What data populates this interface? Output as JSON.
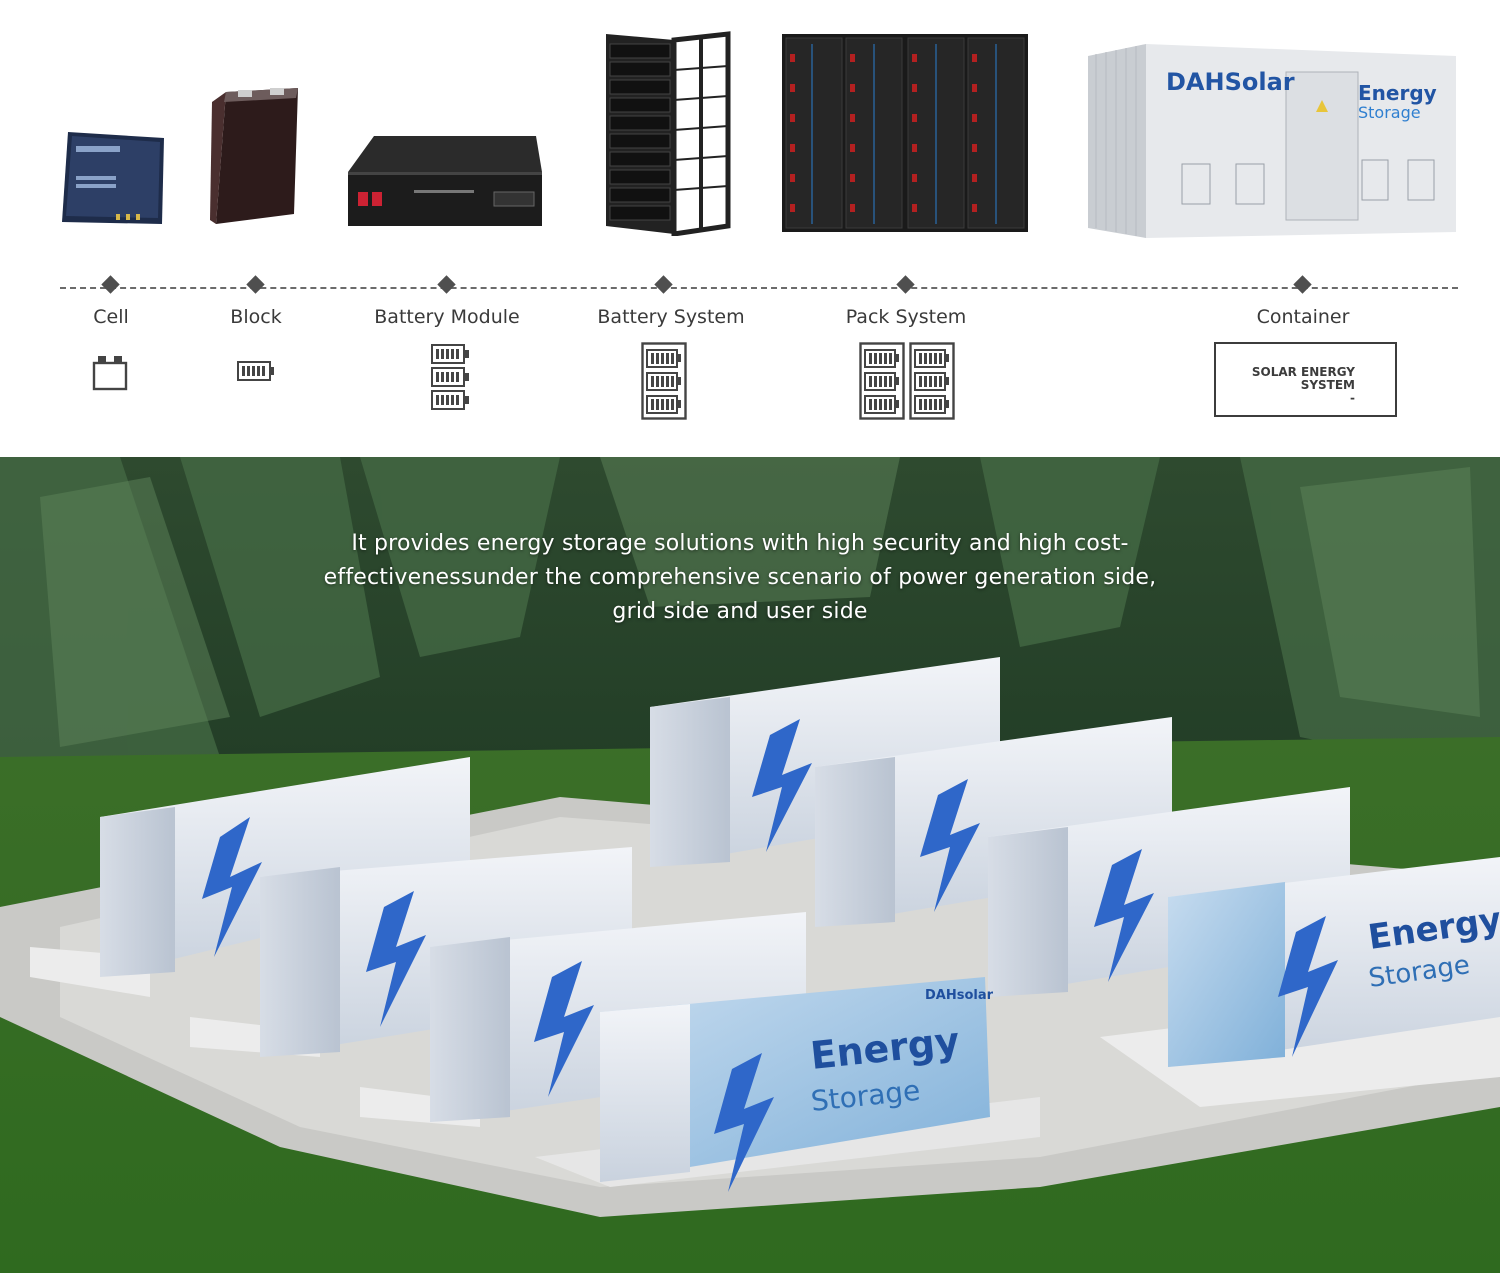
{
  "brand": {
    "logo": "DAH Solar"
  },
  "product_photos": {
    "cell": "battery-cell-photo",
    "block": "battery-block-photo",
    "module": "battery-module-photo",
    "system": "battery-rack-photo",
    "pack": "pack-system-photo",
    "container": "container-photo",
    "container_logo": "DAHSolar",
    "container_text1": "Energy",
    "container_text2": "Storage"
  },
  "stages": [
    {
      "label": "Cell",
      "icon": "cell-icon"
    },
    {
      "label": "Block",
      "icon": "battery-icon"
    },
    {
      "label": "Battery Module",
      "icon": "battery-stack-icon"
    },
    {
      "label": "Battery System",
      "icon": "battery-cabinet-icon"
    },
    {
      "label": "Pack System",
      "icon": "double-cabinet-icon"
    },
    {
      "label": "Container",
      "icon": "container-label-box"
    }
  ],
  "container_box": {
    "line1": "SOLAR ENERGY",
    "line2": "SYSTEM",
    "line3": "-"
  },
  "scene": {
    "headline": "It provides energy storage solutions with high security and high cost-effectivenessunder the comprehensive scenario of power generation side, grid side and user side",
    "container_logo": "DAHsolar",
    "container_word1": "Energy",
    "container_word2": "Storage"
  },
  "colors": {
    "accent_blue": "#2f67c9",
    "grass": "#3a7a2a",
    "forest": "#2f4a2e",
    "container": "#e9edf3"
  }
}
